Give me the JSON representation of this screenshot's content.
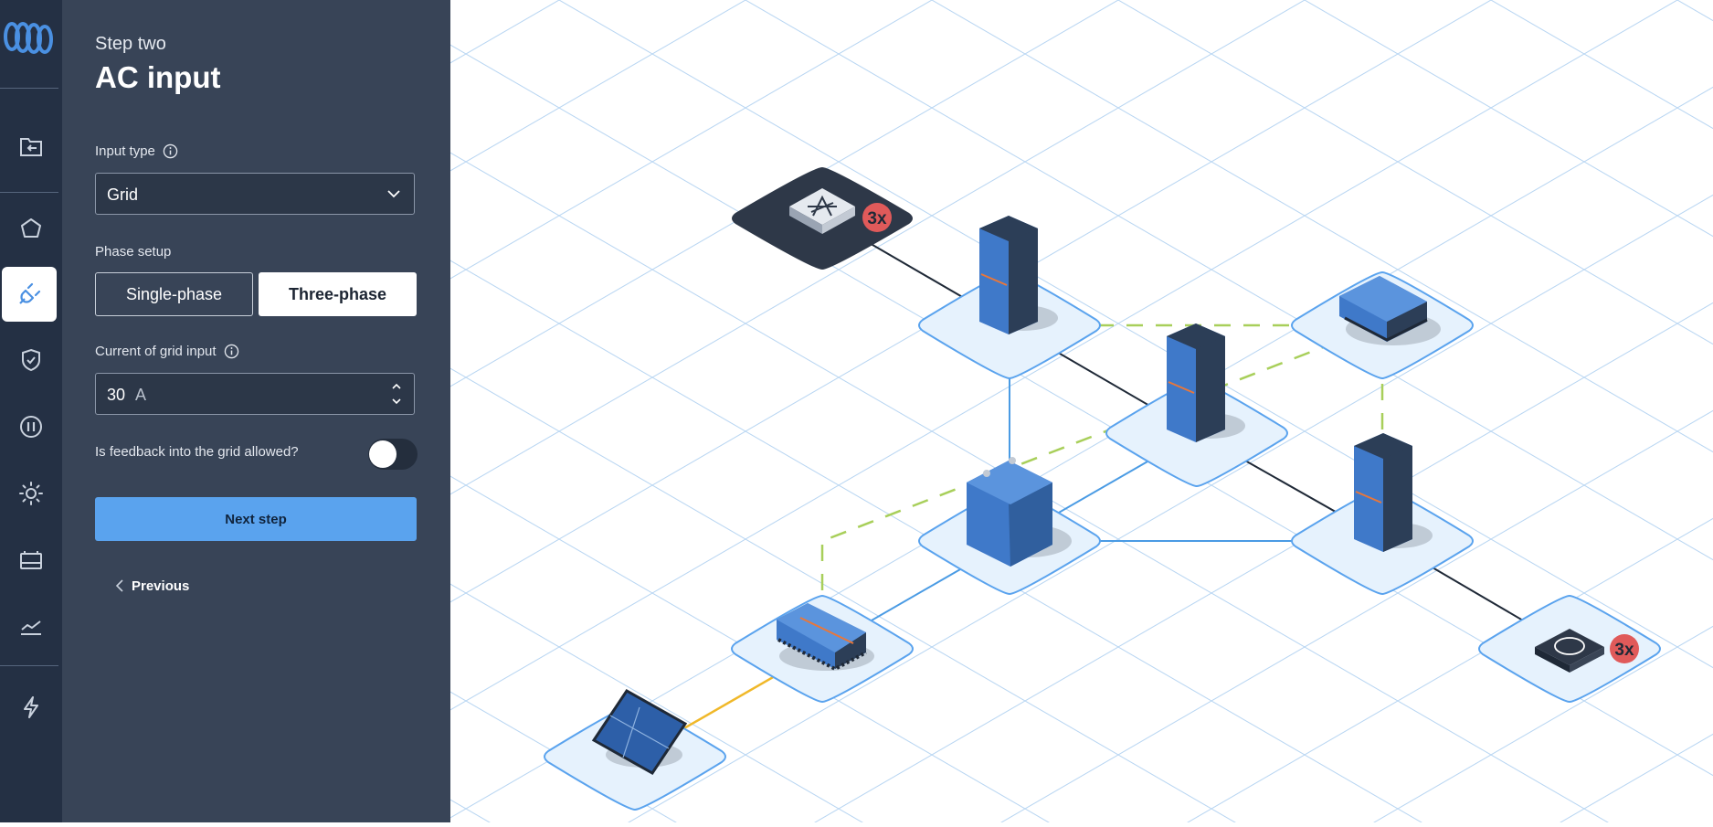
{
  "app": {
    "logo": "victron-logo"
  },
  "rail": {
    "items": [
      {
        "name": "projects",
        "icon": "folder-back-icon",
        "active": false
      },
      {
        "name": "system",
        "icon": "pentagon-icon",
        "active": false
      },
      {
        "name": "ac-input",
        "icon": "plug-icon",
        "active": true
      },
      {
        "name": "protection",
        "icon": "shield-check-icon",
        "active": false
      },
      {
        "name": "pause",
        "icon": "pause-circle-icon",
        "active": false
      },
      {
        "name": "solar",
        "icon": "sun-icon",
        "active": false
      },
      {
        "name": "battery",
        "icon": "battery-icon",
        "active": false
      },
      {
        "name": "analytics",
        "icon": "line-chart-icon",
        "active": false
      },
      {
        "name": "power",
        "icon": "lightning-icon",
        "active": false
      }
    ]
  },
  "panel": {
    "step_subtitle": "Step two",
    "step_title": "AC input",
    "input_type": {
      "label": "Input type",
      "value": "Grid"
    },
    "phase_setup": {
      "label": "Phase setup",
      "options": [
        "Single-phase",
        "Three-phase"
      ],
      "selected": "Three-phase"
    },
    "current": {
      "label": "Current of grid input",
      "value": "30",
      "unit": "A"
    },
    "feedback": {
      "label": "Is feedback into the grid allowed?",
      "enabled": false
    },
    "next_label": "Next step",
    "previous_label": "Previous"
  },
  "diagram": {
    "grid_badge": "3x",
    "ac_load_badge": "3x",
    "colors": {
      "accent": "#5aa3ee",
      "tile": "#e6f2fd",
      "device": "#3f79c9",
      "dark": "#2e3848",
      "badge": "#e05a5a",
      "dc_line": "#4a9be4",
      "comm_line": "#a8cf5a",
      "pv_line": "#f0b829",
      "ac_line": "#1f2937"
    }
  }
}
